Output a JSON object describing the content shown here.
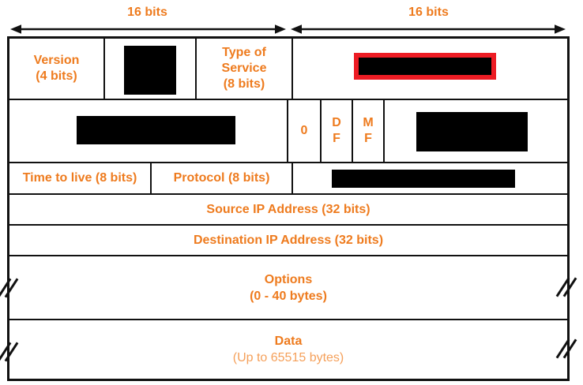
{
  "colors": {
    "accent_orange": "#EE7B1E",
    "subtitle_orange": "#F5A05A",
    "redaction_red_border": "#ED1C24",
    "line_black": "#111111",
    "background": "#FFFFFF"
  },
  "bit_span_labels": {
    "left": "16 bits",
    "right": "16 bits"
  },
  "fields": {
    "version": "Version\n(4 bits)",
    "type_of_service": "Type of\nService\n(8 bits)",
    "reserved_flag": "0",
    "df_flag": "D\nF",
    "mf_flag": "M\nF",
    "time_to_live": "Time to live (8 bits)",
    "protocol": "Protocol (8 bits)",
    "source_ip": "Source IP Address (32 bits)",
    "destination_ip": "Destination IP Address (32 bits)",
    "options_title": "Options",
    "options_size": "(0 - 40 bytes)",
    "data_title": "Data",
    "data_size": "(Up to 65515 bytes)"
  }
}
